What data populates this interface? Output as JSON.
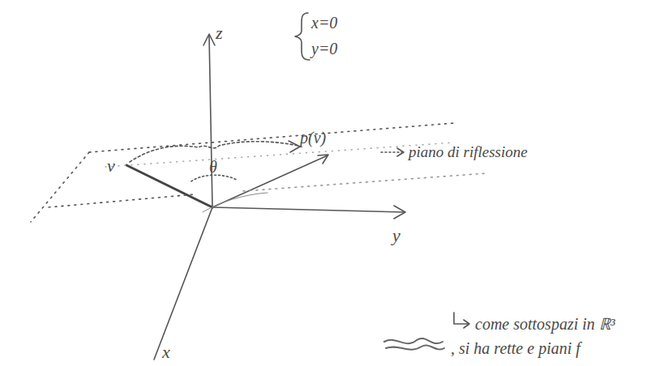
{
  "diagram": {
    "labels": [
      "z",
      "y",
      "x",
      "v",
      "θ",
      "p(v)",
      "x=0",
      "y=0",
      "piano di riflessione",
      "come sottospazi in ℝ³",
      ", si ha rette e piani f"
    ]
  }
}
